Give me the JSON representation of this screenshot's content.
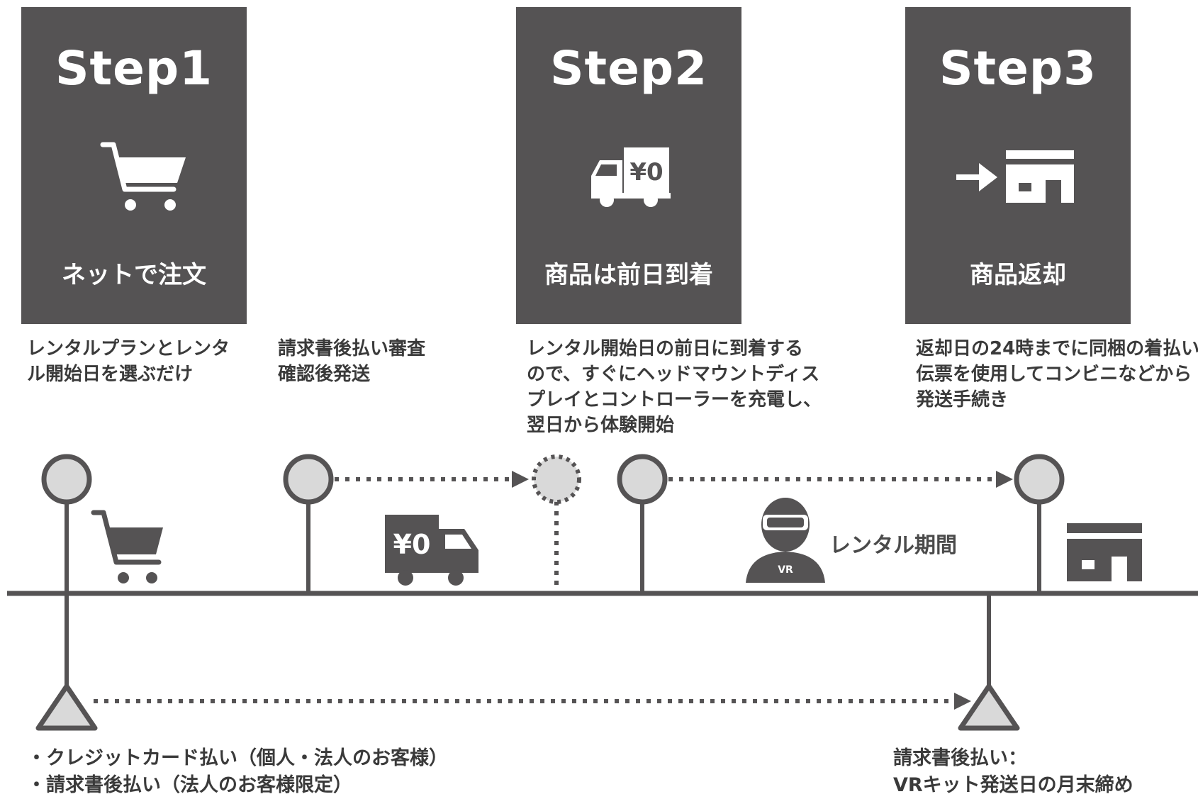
{
  "steps": [
    {
      "title": "Step1",
      "label": "ネットで注文",
      "icon": "cart-icon"
    },
    {
      "title": "Step2",
      "label": "商品は前日到着",
      "icon": "delivery-truck-icon",
      "truck_badge": "¥0"
    },
    {
      "title": "Step3",
      "label": "商品返却",
      "icon": "return-to-store-icon"
    }
  ],
  "descriptions": [
    [
      "レンタルプランとレンタ",
      "ル開始日を選ぶだけ"
    ],
    [
      "請求書後払い審査",
      "確認後発送"
    ],
    [
      "レンタル開始日の前日に到着する",
      "ので、すぐにヘッドマウントディス",
      "プレイとコントローラーを充電し、",
      "翌日から体験開始"
    ],
    [
      "返却日の24時までに同梱の着払い",
      "伝票を使用してコンビニなどから",
      "発送手続き"
    ]
  ],
  "timeline": {
    "truck_badge": "¥0",
    "vr_badge": "VR",
    "rental_period": "レンタル期間"
  },
  "payment": {
    "left": [
      "・クレジットカード払い（個人・法人のお客様）",
      "・請求書後払い（法人のお客様限定）"
    ],
    "right": [
      "請求書後払い：",
      "VRキット発送日の月末締め"
    ]
  },
  "colors": {
    "dark": "#555354",
    "node_fill": "#d9d9d9",
    "line": "#555354"
  }
}
